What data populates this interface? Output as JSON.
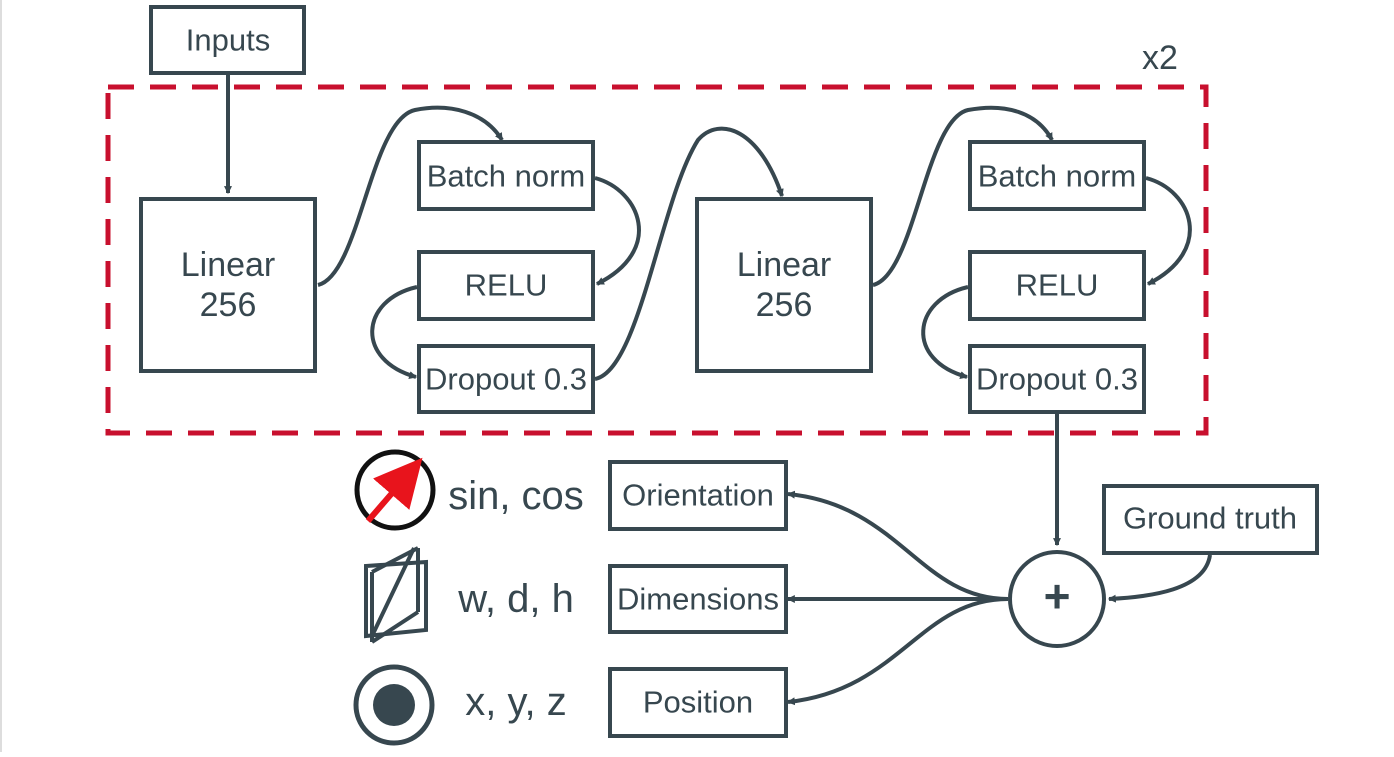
{
  "diagram": {
    "inputs_label": "Inputs",
    "repeat_label": "x2",
    "block1": {
      "linear": [
        "Linear",
        "256"
      ],
      "batch_norm": "Batch norm",
      "relu": "RELU",
      "dropout": "Dropout 0.3"
    },
    "block2": {
      "linear": [
        "Linear",
        "256"
      ],
      "batch_norm": "Batch norm",
      "relu": "RELU",
      "dropout": "Dropout 0.3"
    },
    "ground_truth": "Ground truth",
    "sum_symbol": "+",
    "outputs": {
      "orientation": "Orientation",
      "dimensions": "Dimensions",
      "position": "Position"
    },
    "legend": {
      "orientation": "sin, cos",
      "dimensions": "w, d, h",
      "position": "x, y, z"
    },
    "colors": {
      "stroke": "#37474f",
      "repeat_border": "#c8102e",
      "orientation_arrow": "#e8141c"
    }
  }
}
